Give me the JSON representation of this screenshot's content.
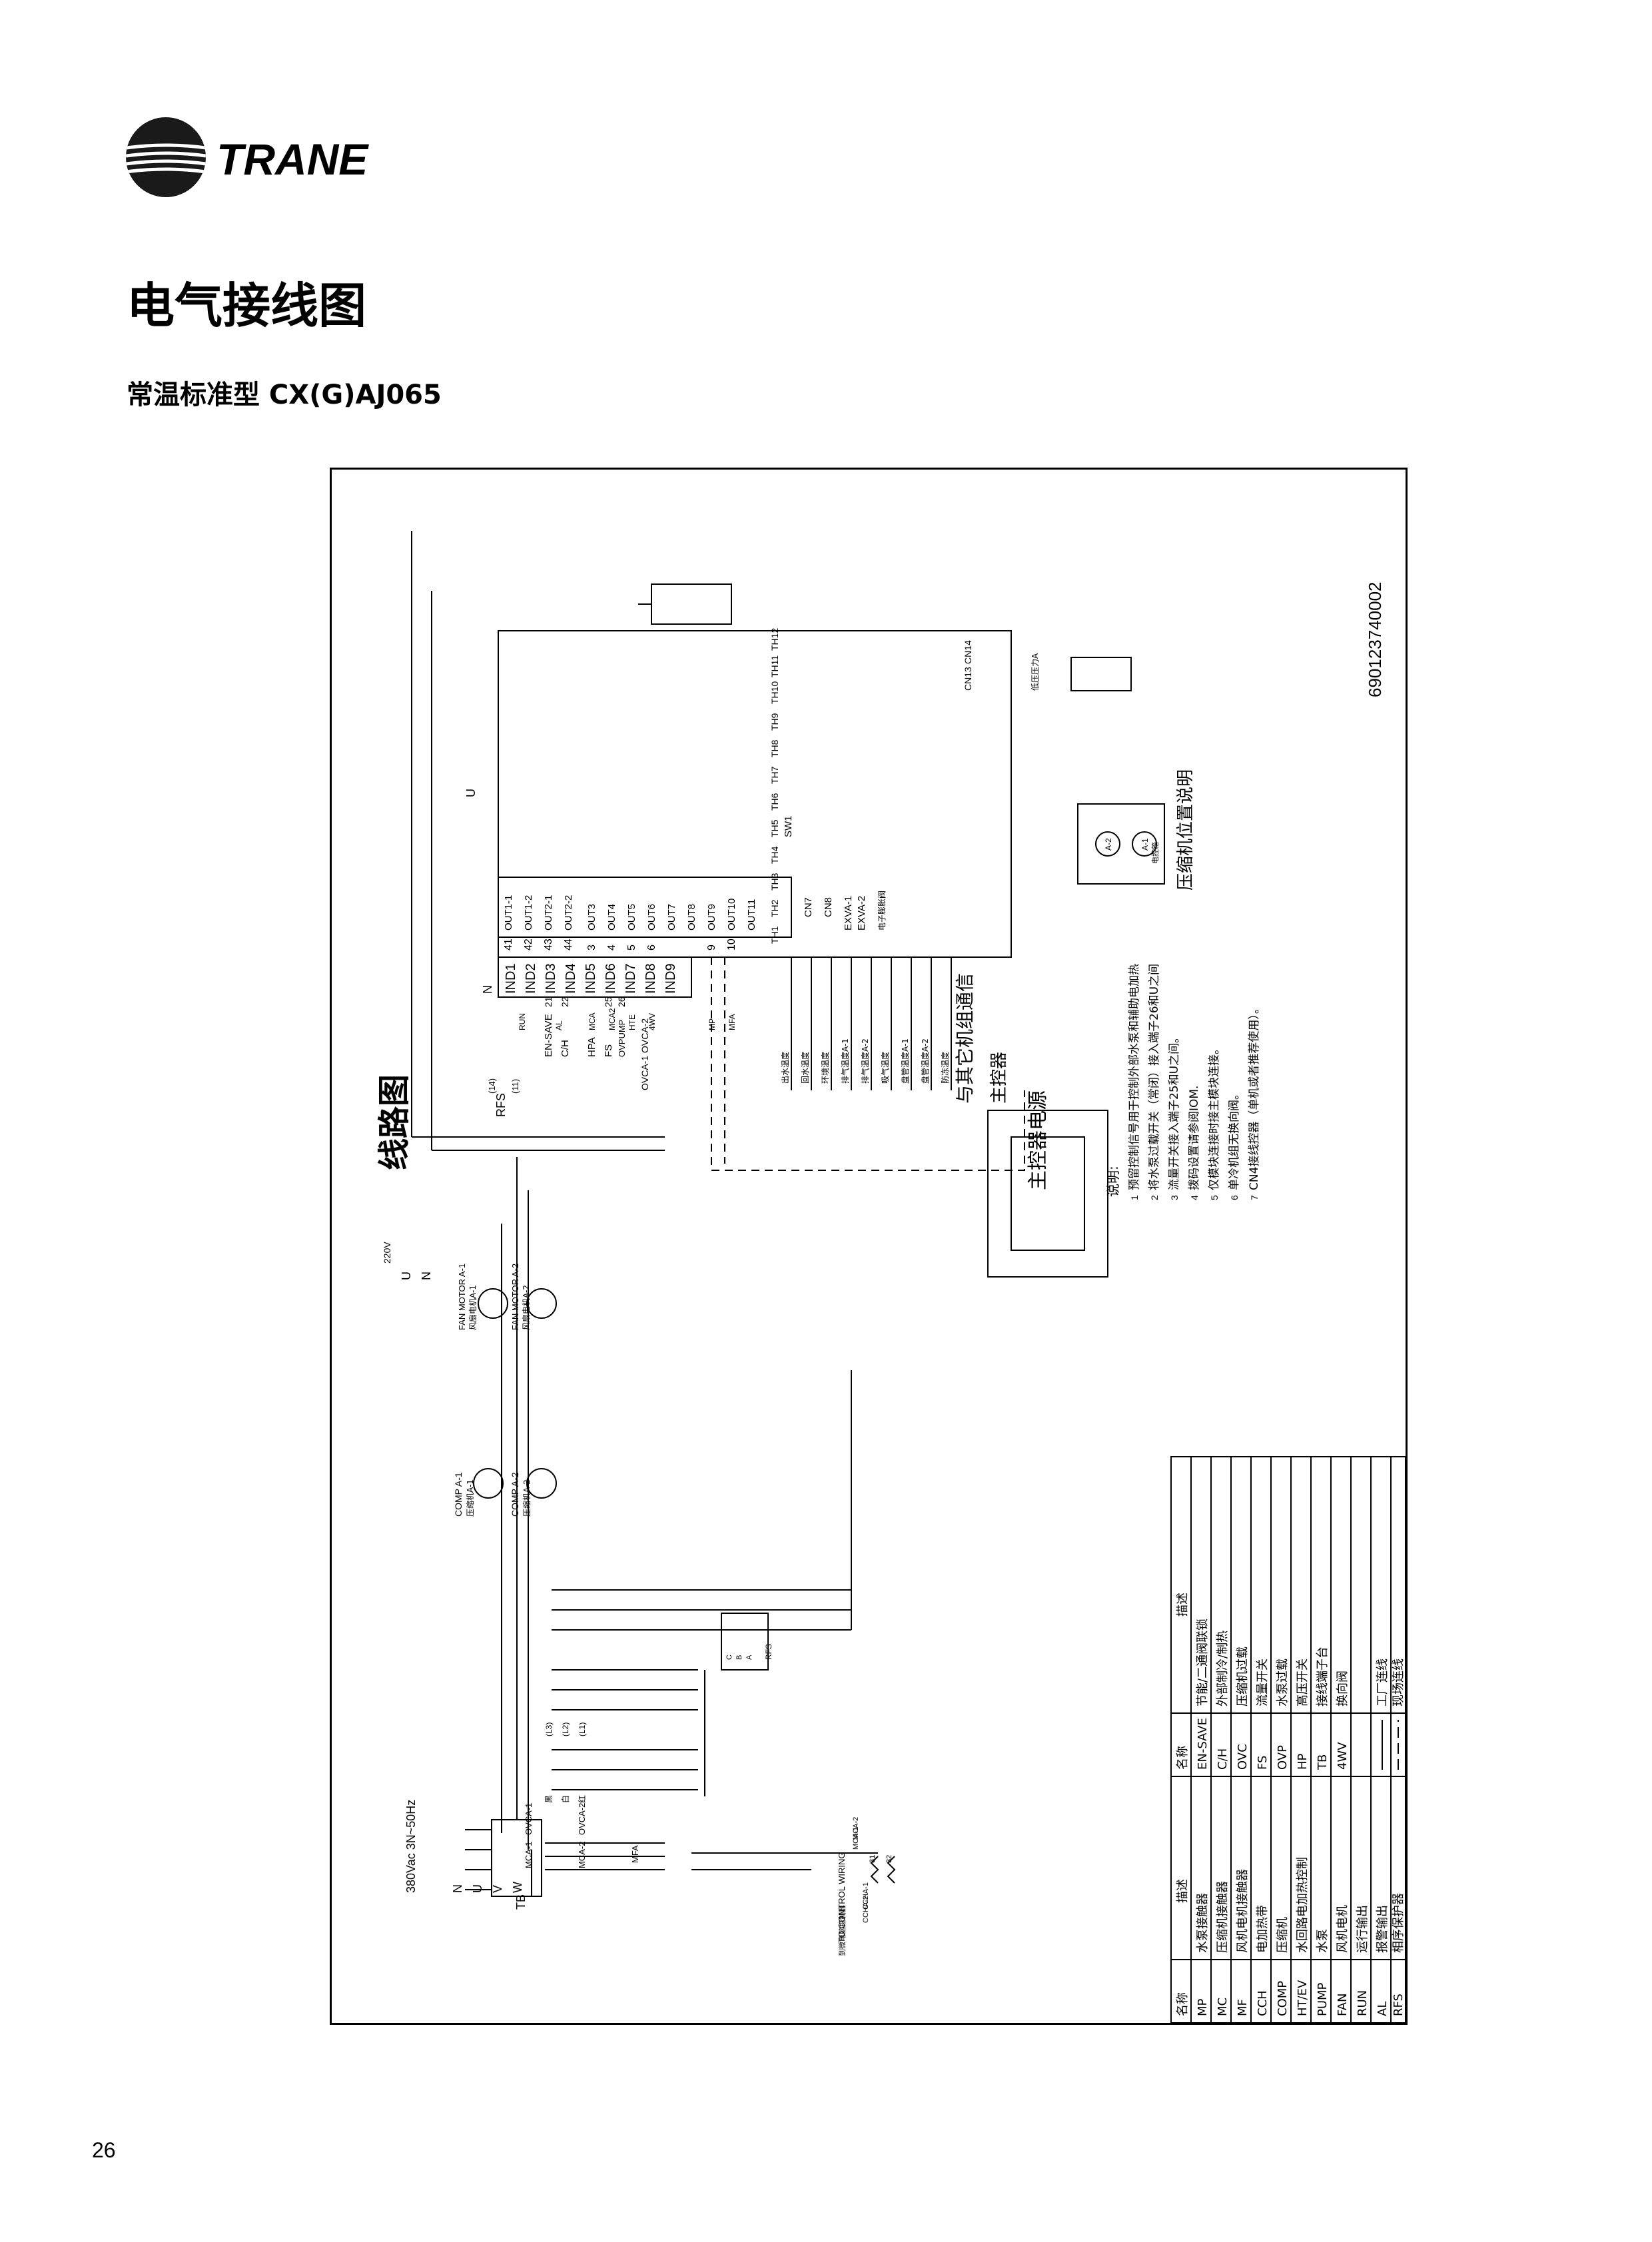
{
  "brand": {
    "name": "TRANE"
  },
  "page": {
    "title": "电气接线图",
    "subtitle": "常温标准型 CX(G)AJ065",
    "number": "26"
  },
  "diagram": {
    "title": "线路图",
    "doc_number": "690123740002",
    "power_supply": "380Vac 3N~50Hz",
    "terminal_labels": [
      "N",
      "U",
      "V",
      "W"
    ],
    "terminal_block": "TB",
    "control_voltage": "220V",
    "control_phases": [
      "U",
      "N"
    ],
    "to_control_wiring": "TO CONTROL WIRING",
    "to_control_wiring_cn": "到微电脑控制器",
    "contactors": [
      "MCA-1",
      "OVCA-1",
      "MCA-2",
      "OVCA-2",
      "MFA"
    ],
    "wire_colors": [
      "黑",
      "白",
      "红"
    ],
    "line_labels": [
      "(L3)",
      "(L2)",
      "(L1)"
    ],
    "compressors": [
      {
        "label": "COMP A-1",
        "label_cn": "压缩机A-1"
      },
      {
        "label": "COMP A-2",
        "label_cn": "压缩机A-2"
      }
    ],
    "fans": [
      {
        "label": "FAN MOTOR A-1",
        "label_cn": "风扇电机A-1"
      },
      {
        "label": "FAN MOTOR A-2",
        "label_cn": "风扇电机A-2"
      }
    ],
    "rfs_label": "RFS",
    "rfs_terminals": [
      "C",
      "B",
      "A"
    ],
    "heater_group": {
      "labels": [
        "MCA-1",
        "MCA-2",
        "CCHA-1",
        "CCHA-2"
      ],
      "numbers": [
        "31",
        "32"
      ]
    },
    "inputs": [
      {
        "name": "EN-SAVE",
        "num": "21"
      },
      {
        "name": "C/H",
        "num": "22"
      },
      {
        "name": "HPA",
        "num": ""
      },
      {
        "name": "FS",
        "num": "25"
      },
      {
        "name": "OVPUMP",
        "num": "26"
      },
      {
        "name": "OVCA-1 OVCA-2",
        "num": ""
      }
    ],
    "rfs_input": {
      "name": "RFS",
      "codes": [
        "(14)",
        "(11)"
      ]
    },
    "ind_terminals": [
      "IND1",
      "IND2",
      "IND3",
      "IND4",
      "IND5",
      "IND6",
      "IND7",
      "IND8",
      "IND9"
    ],
    "out_terminals": [
      "OUT1-1",
      "OUT1-2",
      "OUT2-1",
      "OUT2-2",
      "OUT3",
      "OUT4",
      "OUT5",
      "OUT6",
      "OUT7",
      "OUT8",
      "OUT9",
      "OUT10",
      "OUT11"
    ],
    "out_numbers": [
      "41",
      "42",
      "43",
      "44",
      "3",
      "4",
      "5",
      "6",
      "9",
      "10"
    ],
    "out_loads": [
      "RUN",
      "AL",
      "MCA",
      "MCA2",
      "HTE",
      "4WV",
      "MP",
      "MFA"
    ],
    "board": {
      "cn7": "CN7",
      "cn8": "CN8",
      "exva1": "EXVA-1",
      "exva2": "EXVA-2",
      "sw1": "SW1",
      "exv_note": "电子膨胀阀",
      "cn13": "CN13",
      "cn14": "CN14",
      "th_labels": [
        "TH1",
        "TH2",
        "TH3",
        "TH4",
        "TH5",
        "TH6",
        "TH7",
        "TH8",
        "TH9",
        "TH10",
        "TH11",
        "TH12"
      ],
      "u_label": "U",
      "n_label": "N"
    },
    "sensor_labels": [
      "出水温度",
      "回水温度",
      "环境温度",
      "排气温度A-1",
      "排气温度A-2",
      "吸气温度",
      "盘管温度A-1",
      "盘管温度A-2",
      "防冻温度"
    ],
    "pressure_label": "低压压力A",
    "wired_controller": "主控器",
    "controller_power": "主控器电源",
    "comm_label": "与其它机组通信",
    "compressor_position_title": "压缩机位置说明",
    "compressor_position": [
      "A-2",
      "A-1"
    ],
    "compressor_position_note": "电控箱",
    "notes_title": "说明:",
    "notes": [
      "预留控制信号用于控制外部水泵和辅助电加热",
      "将水泵过载开关（常闭）接入端子26和U之间",
      "流量开关接入端子25和U之间。",
      "拨码设置请参阅IOM.",
      "仅模块连接时接主模块连接。",
      "单冷机组无换向阀。",
      "CN4接线控器（单机或者推荐使用）。"
    ],
    "notes_numbers": [
      "1",
      "2",
      "3",
      "4",
      "5",
      "6",
      "7"
    ]
  },
  "legend": {
    "headers": [
      "名称",
      "描述",
      "名称",
      "描述"
    ],
    "rows": [
      [
        "MP",
        "水泵接触器",
        "EN-SAVE",
        "节能/二通阀联锁"
      ],
      [
        "MC",
        "压缩机接触器",
        "C/H",
        "外部制冷/制热"
      ],
      [
        "MF",
        "风机电机接触器",
        "OVC",
        "压缩机过载"
      ],
      [
        "CCH",
        "电加热带",
        "FS",
        "流量开关"
      ],
      [
        "COMP",
        "压缩机",
        "OVP",
        "水泵过载"
      ],
      [
        "HT/EV",
        "水回路电加热控制",
        "HP",
        "高压开关"
      ],
      [
        "PUMP",
        "水泵",
        "TB",
        "接线端子台"
      ],
      [
        "FAN",
        "风机电机",
        "4WV",
        "换向阀"
      ],
      [
        "RUN",
        "运行输出",
        "",
        ""
      ],
      [
        "AL",
        "报警输出",
        "",
        "工厂连线"
      ],
      [
        "RFS",
        "相序保护器",
        "",
        "现场连线"
      ]
    ]
  },
  "colors": {
    "ink": "#000000",
    "logo": "#1a1a1a"
  }
}
